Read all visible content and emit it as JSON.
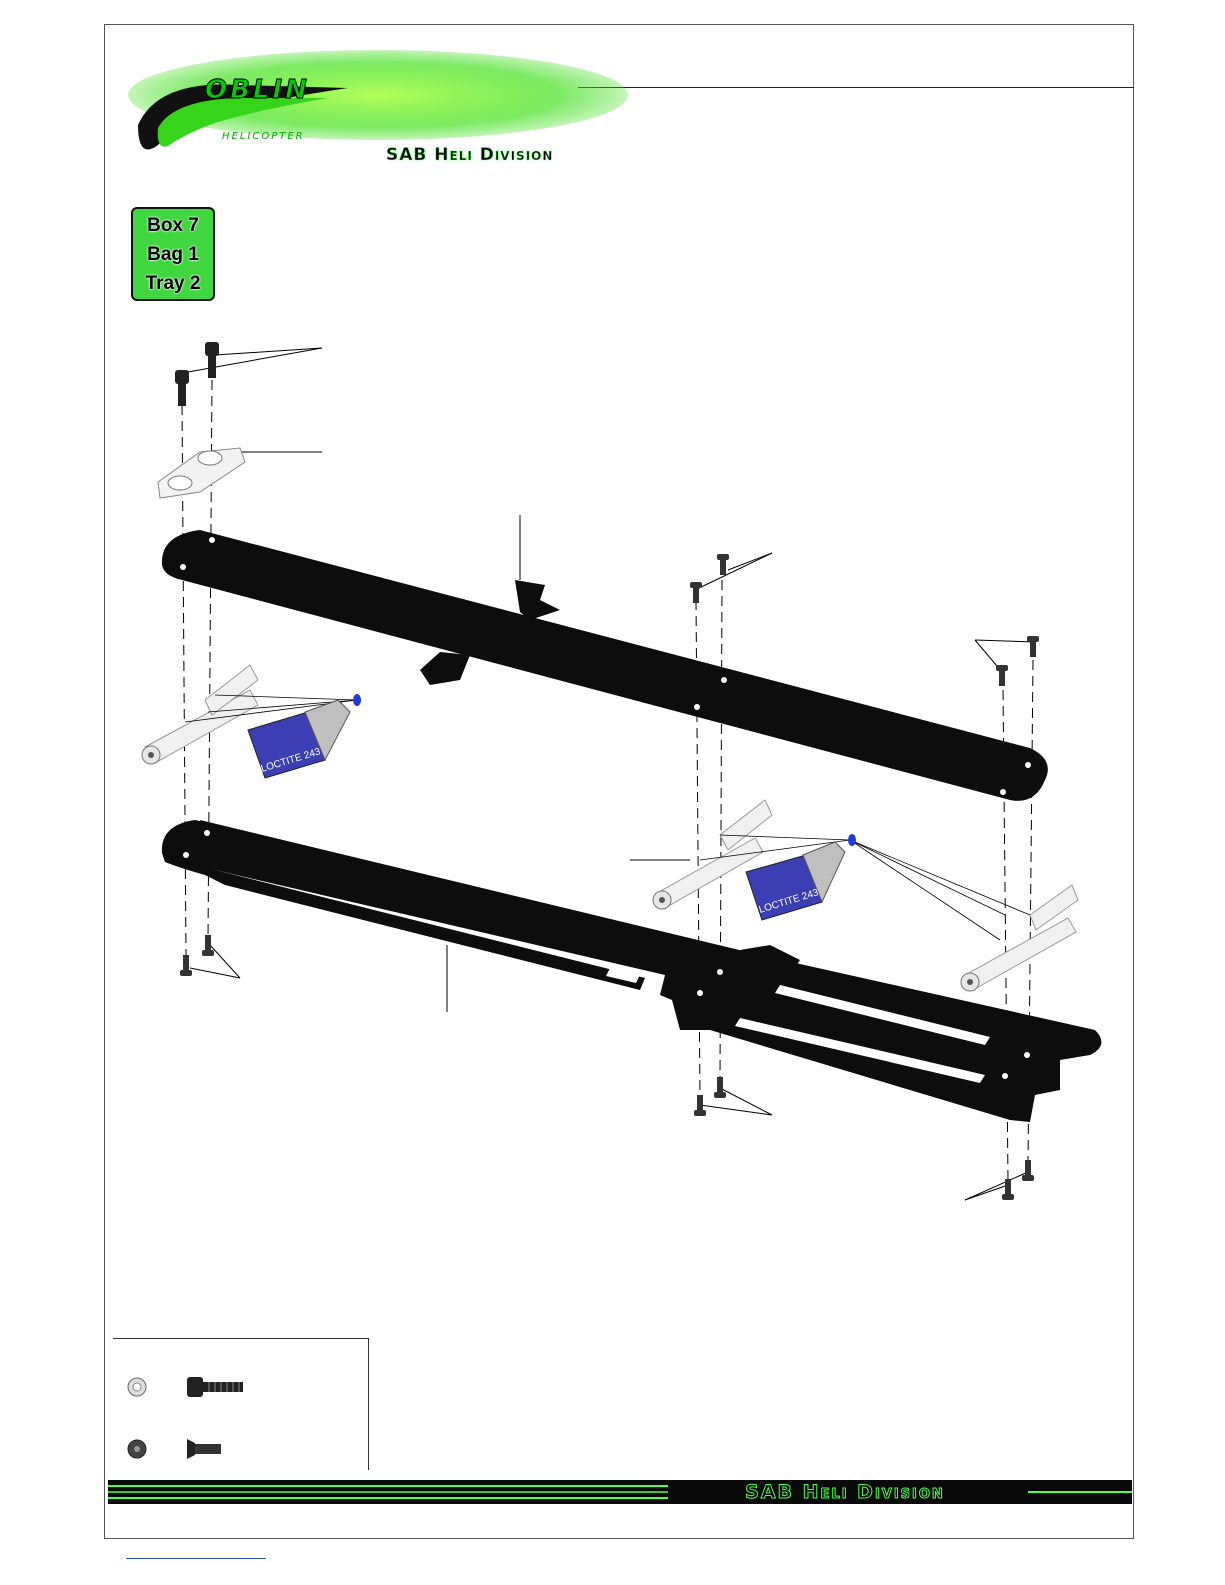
{
  "brand": {
    "logo_word": "OBLIN",
    "logo_sub": "HELICOPTER",
    "division": "SAB Heli Division",
    "footer_division": "SAB Heli Division",
    "accent": "#3fd63f"
  },
  "badge": {
    "line1": "Box 7",
    "line2": "Bag 1",
    "line3": "Tray 2"
  },
  "legend": {
    "items": [
      {
        "icon": "socket-head-screw-icon"
      },
      {
        "icon": "countersunk-screw-icon"
      }
    ]
  },
  "diagram": {
    "bottle_label_1": "LOCTITE 243",
    "bottle_label_2": "LOCTITE 243"
  }
}
